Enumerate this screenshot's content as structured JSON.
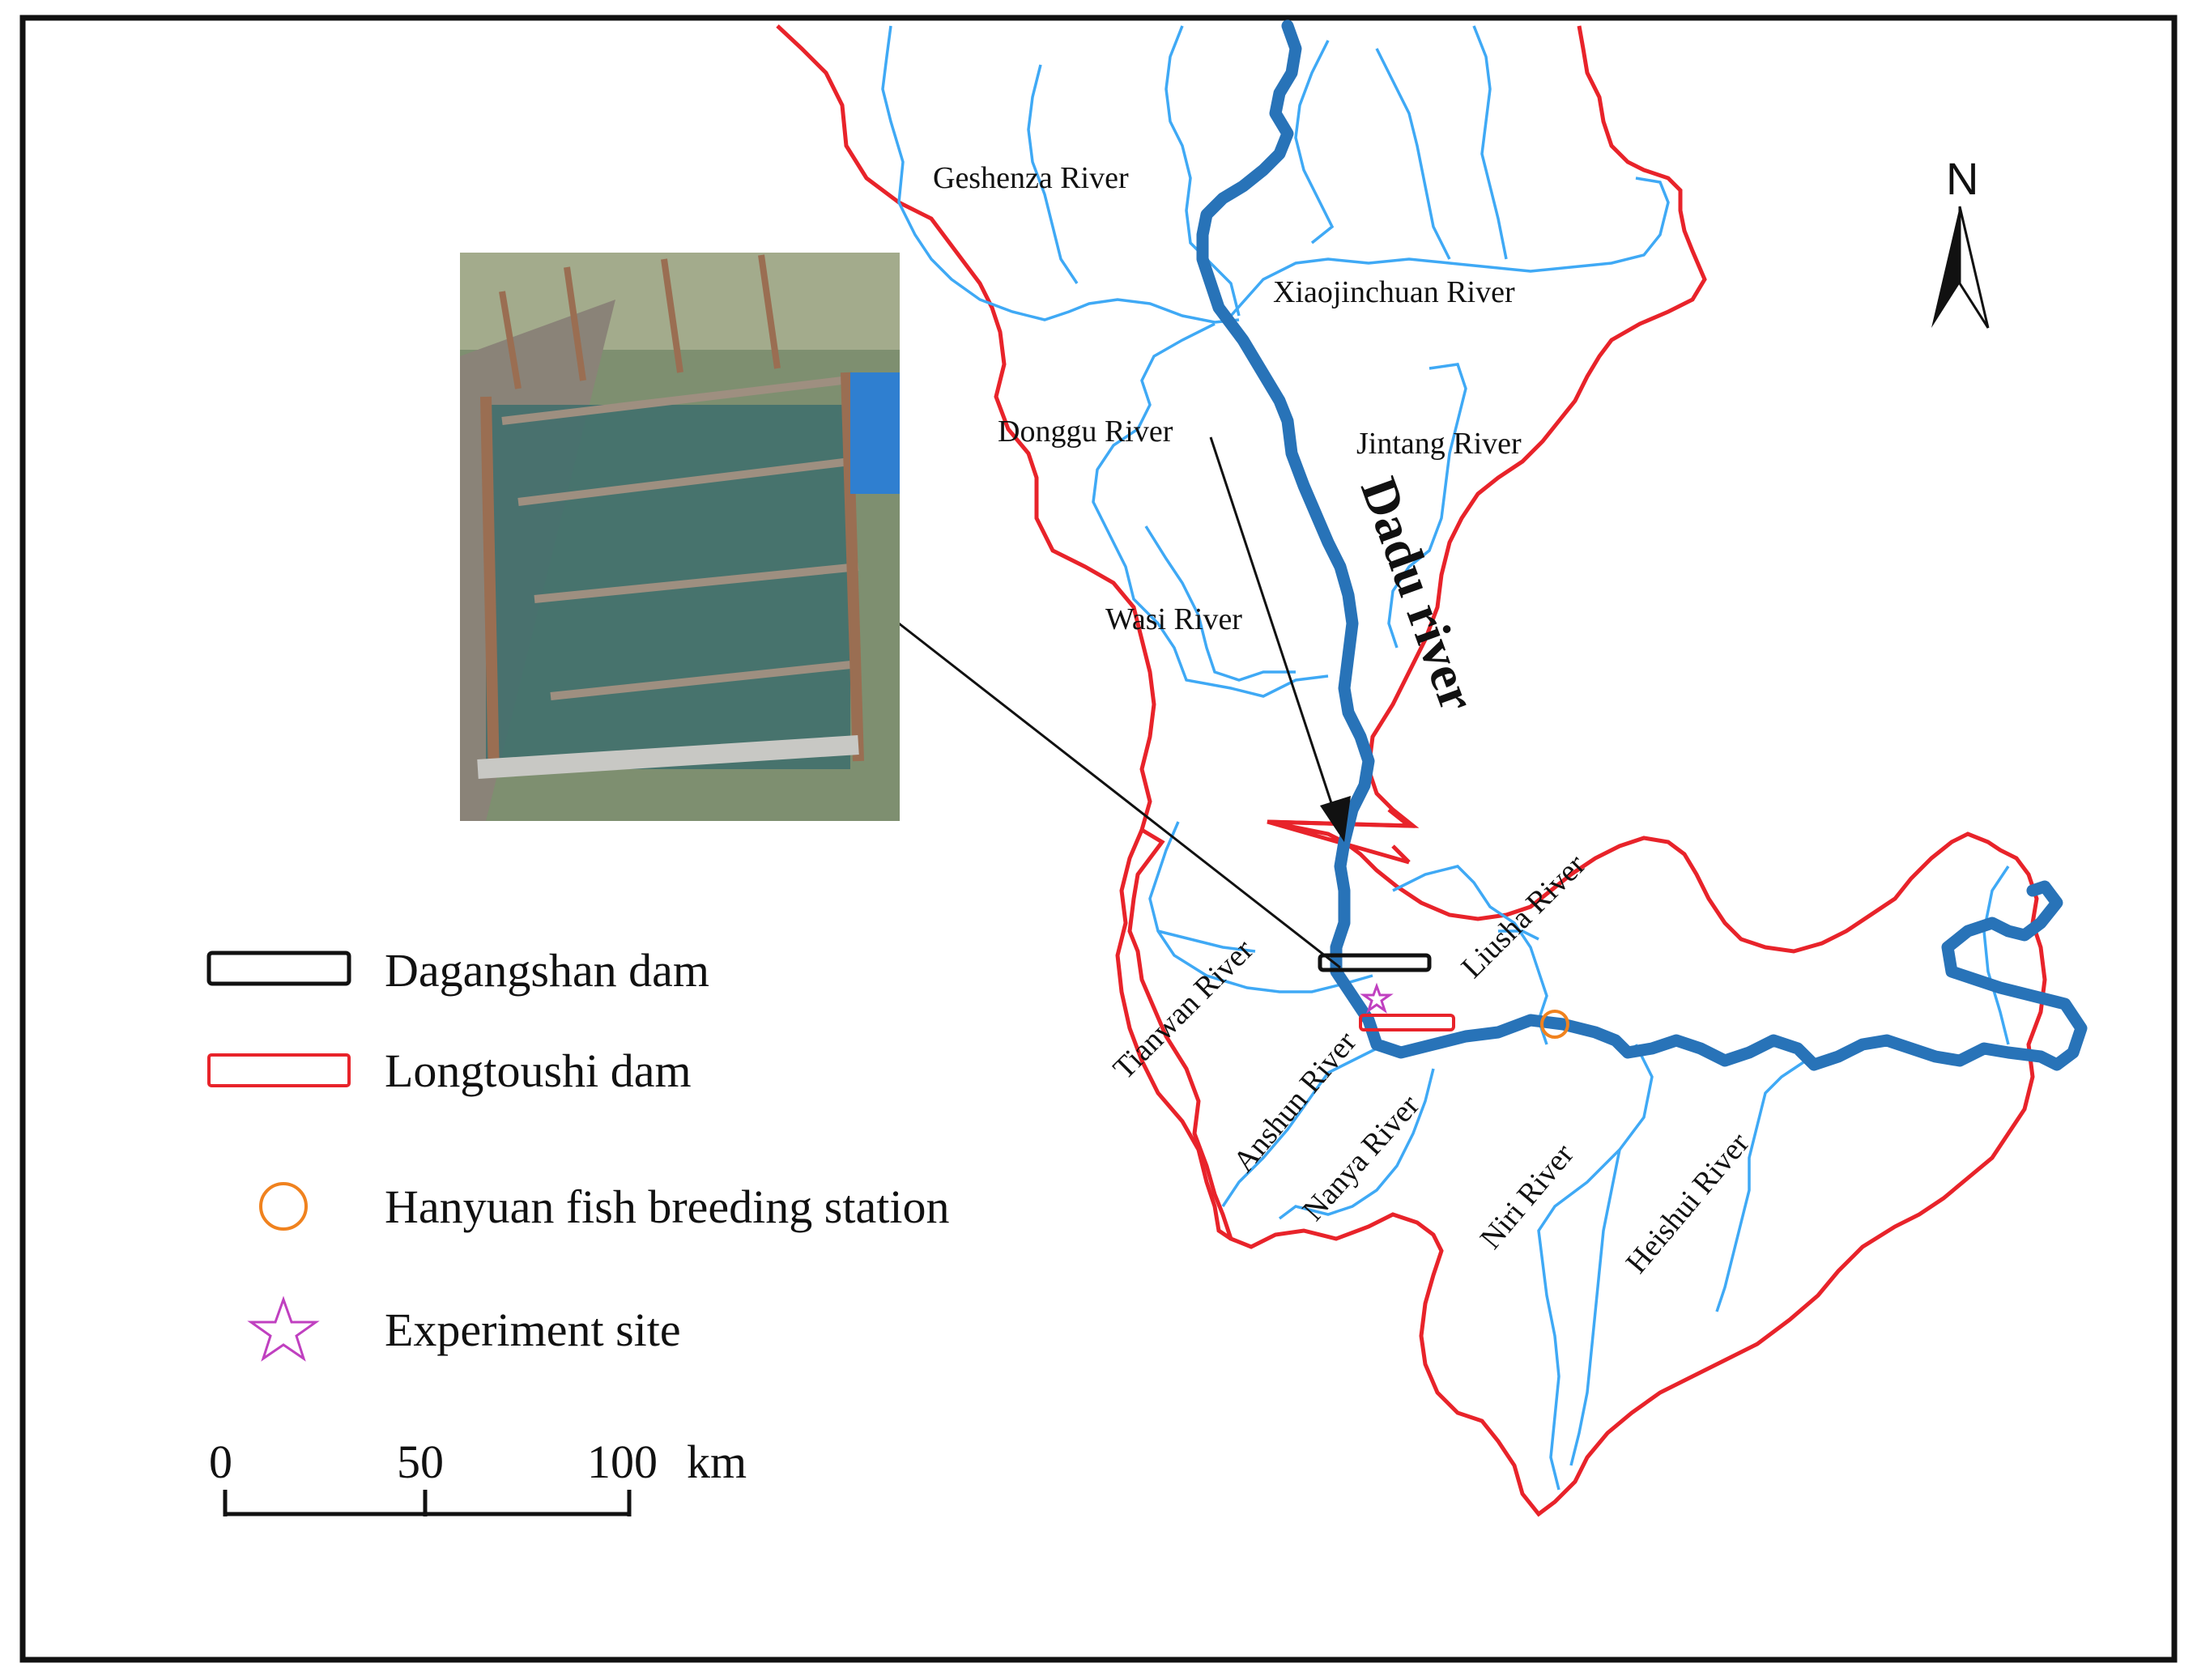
{
  "map": {
    "north_label": "N",
    "main_river_label": "Dadu river",
    "rivers": {
      "geshenza": "Geshenza River",
      "xiaojinchuan": "Xiaojinchuan River",
      "donggu": "Donggu River",
      "jintang": "Jintang River",
      "wasi": "Wasi River",
      "tianwan": "Tianwan River",
      "liusha": "Liusha River",
      "anshun": "Anshun River",
      "nanya": "Nanya River",
      "niri": "Niri River",
      "heishui": "Heishui River"
    },
    "legend": {
      "dagangshan": "Dagangshan dam",
      "longtoushi": "Longtoushi dam",
      "hanyuan": "Hanyuan fish breeding station",
      "experiment": "Experiment site"
    },
    "scale": {
      "tick0": "0",
      "tick1": "50",
      "tick2": "100",
      "unit": "km"
    },
    "colors": {
      "basin_boundary": "#e8232a",
      "main_river": "#2873b8",
      "tributary": "#3fa9f5",
      "dagangshan": "#111111",
      "longtoushi": "#e8232a",
      "hanyuan": "#f0821e",
      "experiment": "#c040c0"
    },
    "photo_inset": {
      "description_icon": "net-cage-photo"
    }
  }
}
